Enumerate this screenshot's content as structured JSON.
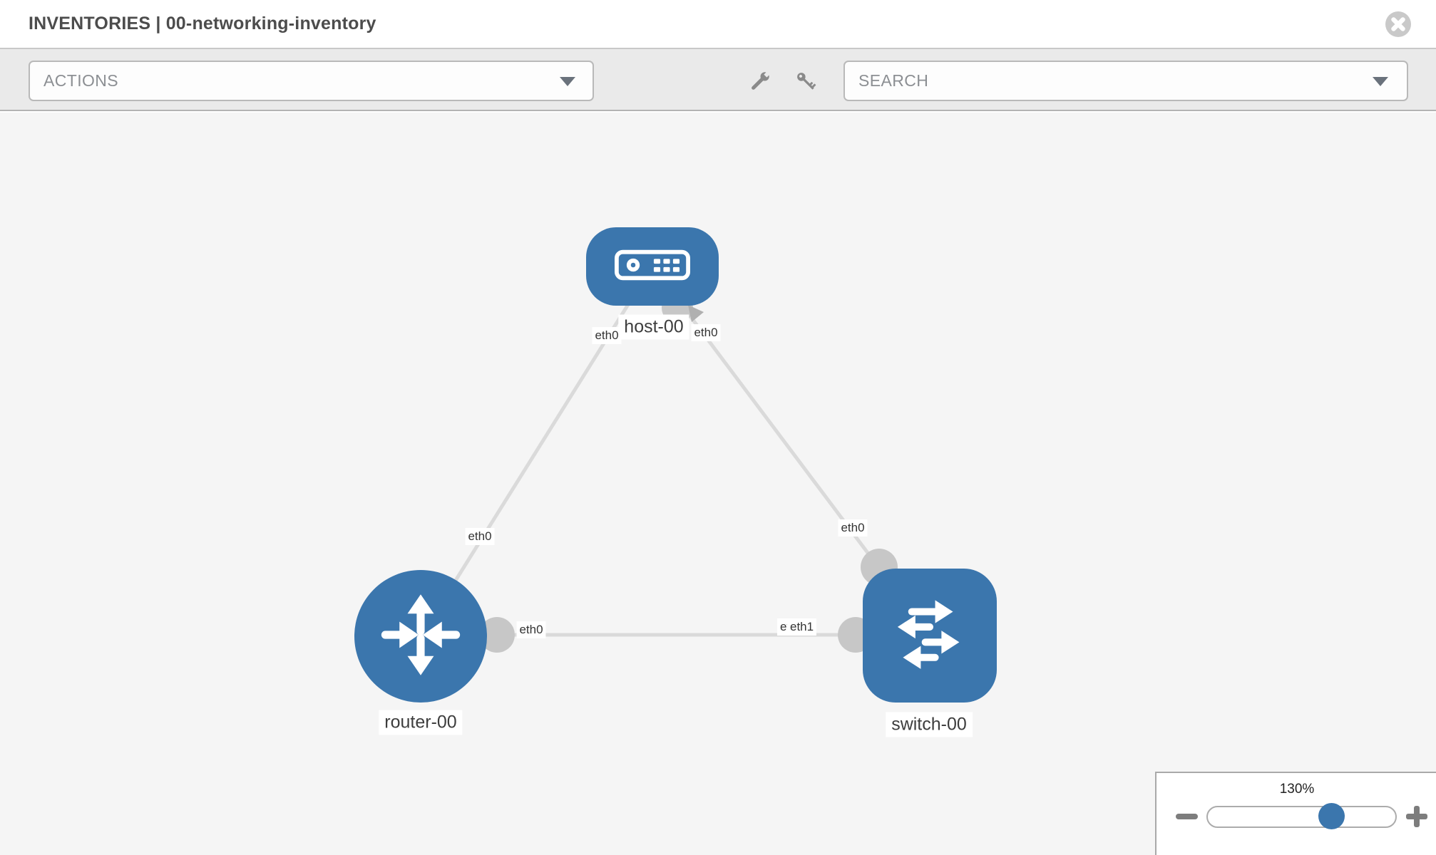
{
  "header": {
    "title": "INVENTORIES | 00-networking-inventory"
  },
  "toolbar": {
    "actions_placeholder": "ACTIONS",
    "search_placeholder": "SEARCH",
    "icon_buttons": [
      "wrench-icon",
      "key-icon"
    ]
  },
  "topology": {
    "nodes": [
      {
        "id": "host-00",
        "label": "host-00",
        "type": "host"
      },
      {
        "id": "router-00",
        "label": "router-00",
        "type": "router"
      },
      {
        "id": "switch-00",
        "label": "switch-00",
        "type": "switch"
      }
    ],
    "links": [
      {
        "source": "host-00",
        "target": "router-00",
        "source_label": "eth0",
        "target_label": "eth0"
      },
      {
        "source": "host-00",
        "target": "switch-00",
        "source_label": "eth0",
        "target_label": "eth0"
      },
      {
        "source": "router-00",
        "target": "switch-00",
        "source_label": "eth0",
        "target_label": "eth1",
        "target_label_overlapped": "eth0"
      }
    ]
  },
  "zoom_control": {
    "level": "130%",
    "minus_icon": "minus",
    "plus_icon": "plus"
  },
  "colors": {
    "node_blue": "#3b76ad",
    "link_gray": "#dadada",
    "port_gray": "#c7c7c7",
    "canvas_bg": "#f5f5f5",
    "toolbar_bg": "#eaeaea"
  }
}
